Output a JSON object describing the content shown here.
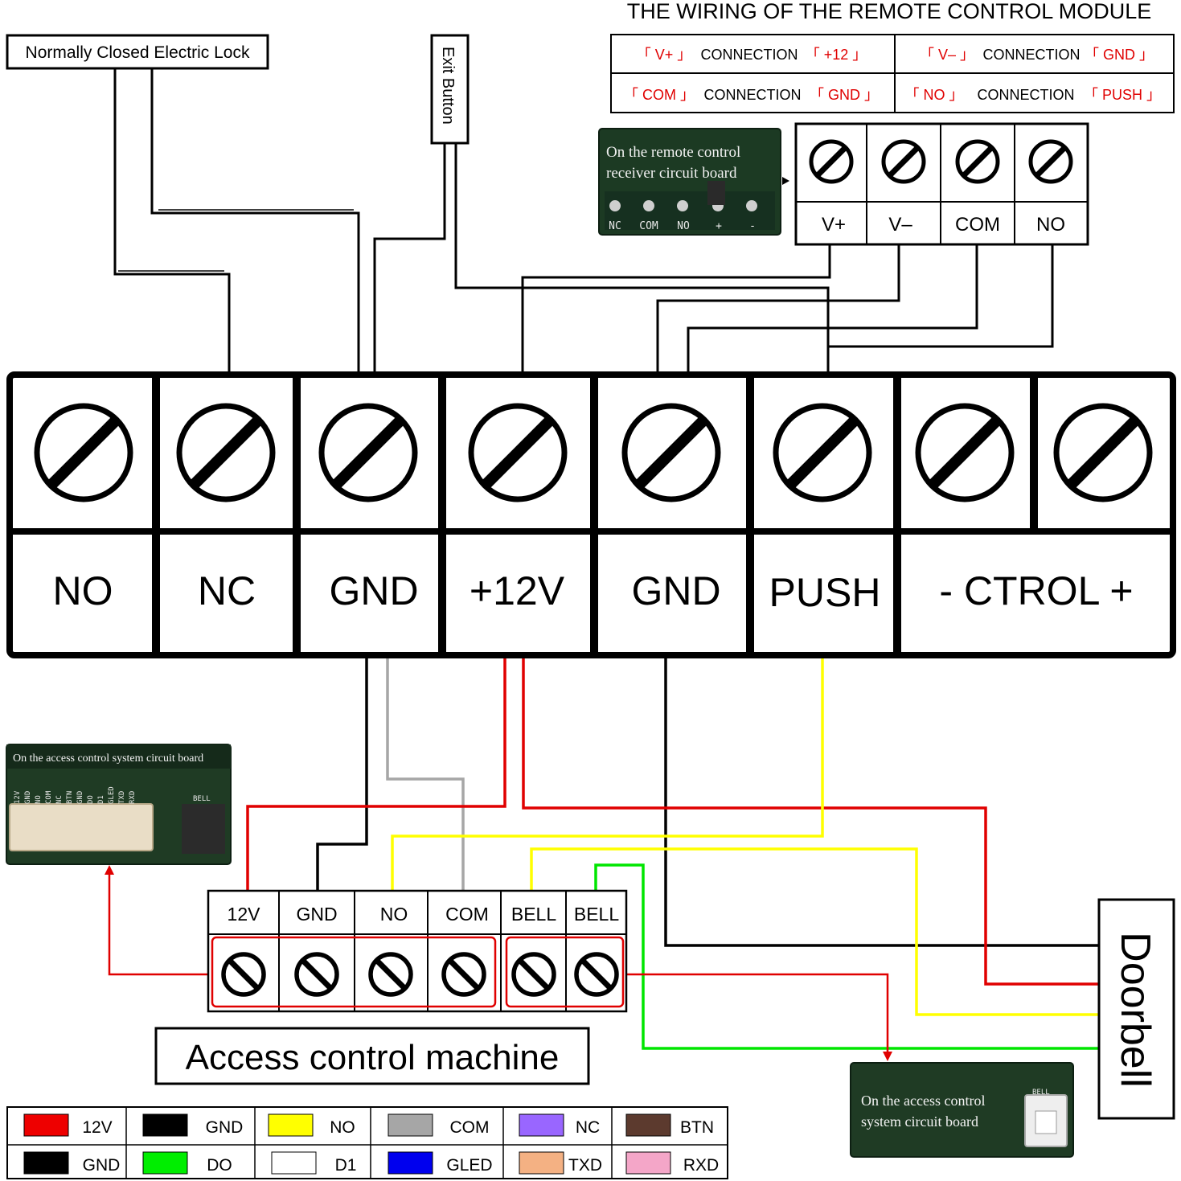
{
  "title": "THE WIRING OF THE REMOTE CONTROL MODULE",
  "wiring_table": [
    {
      "a": "「 V+ 」",
      "conn": "CONNECTION",
      "b": "「 +12 」"
    },
    {
      "a": "「 V– 」",
      "conn": "CONNECTION",
      "b": "「 GND 」"
    },
    {
      "a": "「 COM 」",
      "conn": "CONNECTION",
      "b": "「 GND 」"
    },
    {
      "a": "「 NO 」",
      "conn": "CONNECTION",
      "b": "「 PUSH 」"
    }
  ],
  "lock_label": "Normally Closed Electric Lock",
  "exit_button_label": "Exit Button",
  "remote_board": {
    "caption_line1": "On the remote control",
    "caption_line2": "receiver circuit board",
    "pins": [
      "NC",
      "COM",
      "NO",
      "+",
      "-"
    ]
  },
  "remote_terminals": [
    "V+",
    "V–",
    "COM",
    "NO"
  ],
  "main_terminals": [
    "NO",
    "NC",
    "GND",
    "+12V",
    "GND",
    "PUSH",
    "- CTROL +"
  ],
  "access_board_caption": "On the access control system circuit board",
  "access_board_pins": [
    "12V",
    "GND",
    "NO",
    "COM",
    "NC",
    "BTN",
    "GND",
    "DO",
    "D1",
    "GLED",
    "TXD",
    "RXD"
  ],
  "access_board_bell": "BELL",
  "access_terminals": [
    "12V",
    "GND",
    "NO",
    "COM",
    "BELL",
    "BELL"
  ],
  "access_machine_label": "Access control machine",
  "doorbell_label": "Doorbell",
  "bell_board": {
    "caption_line1": "On the access control",
    "caption_line2": "system circuit board",
    "bell": "BELL"
  },
  "legend": [
    {
      "name": "12V",
      "color": "#ee0000"
    },
    {
      "name": "GND",
      "color": "#000000"
    },
    {
      "name": "NO",
      "color": "#ffff00"
    },
    {
      "name": "COM",
      "color": "#a6a6a6"
    },
    {
      "name": "NC",
      "color": "#9966ff"
    },
    {
      "name": "BTN",
      "color": "#5c3a2e"
    },
    {
      "name": "GND",
      "color": "#000000"
    },
    {
      "name": "DO",
      "color": "#00ee00"
    },
    {
      "name": "D1",
      "color": "#ffffff"
    },
    {
      "name": "GLED",
      "color": "#0000ee"
    },
    {
      "name": "TXD",
      "color": "#f4b183"
    },
    {
      "name": "RXD",
      "color": "#f4a6c8"
    }
  ],
  "colors": {
    "red": "#e00000",
    "yellow": "#ffff00",
    "green": "#00e600",
    "gray": "#a6a6a6",
    "pcb": "#1f3b24"
  }
}
